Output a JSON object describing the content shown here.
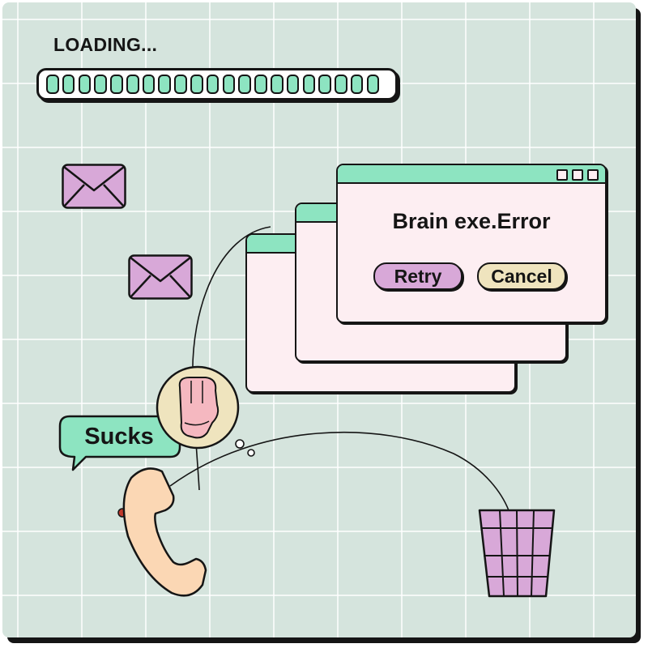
{
  "loading": {
    "label": "LOADING...",
    "progress": 1.0,
    "segments": 21
  },
  "dialog": {
    "title": "Brain exe.Error",
    "buttons": {
      "retry": "Retry",
      "cancel": "Cancel"
    },
    "window_controls": [
      "minimize-icon",
      "maximize-icon",
      "close-icon"
    ],
    "stacked_windows": 3
  },
  "speech_bubble": {
    "text": "Sucks"
  },
  "icons": [
    "envelope-icon",
    "envelope-icon",
    "boxing-glove-icon",
    "telephone-receiver-icon",
    "trash-bin-icon",
    "thought-bubble-icon"
  ],
  "colors": {
    "background": "#d5e4dd",
    "accent_green": "#8de4c1",
    "window_pink": "#fdeef2",
    "lilac": "#d8a8d8",
    "cream": "#efe4be",
    "peach": "#fbd7b4",
    "outline": "#151515"
  }
}
